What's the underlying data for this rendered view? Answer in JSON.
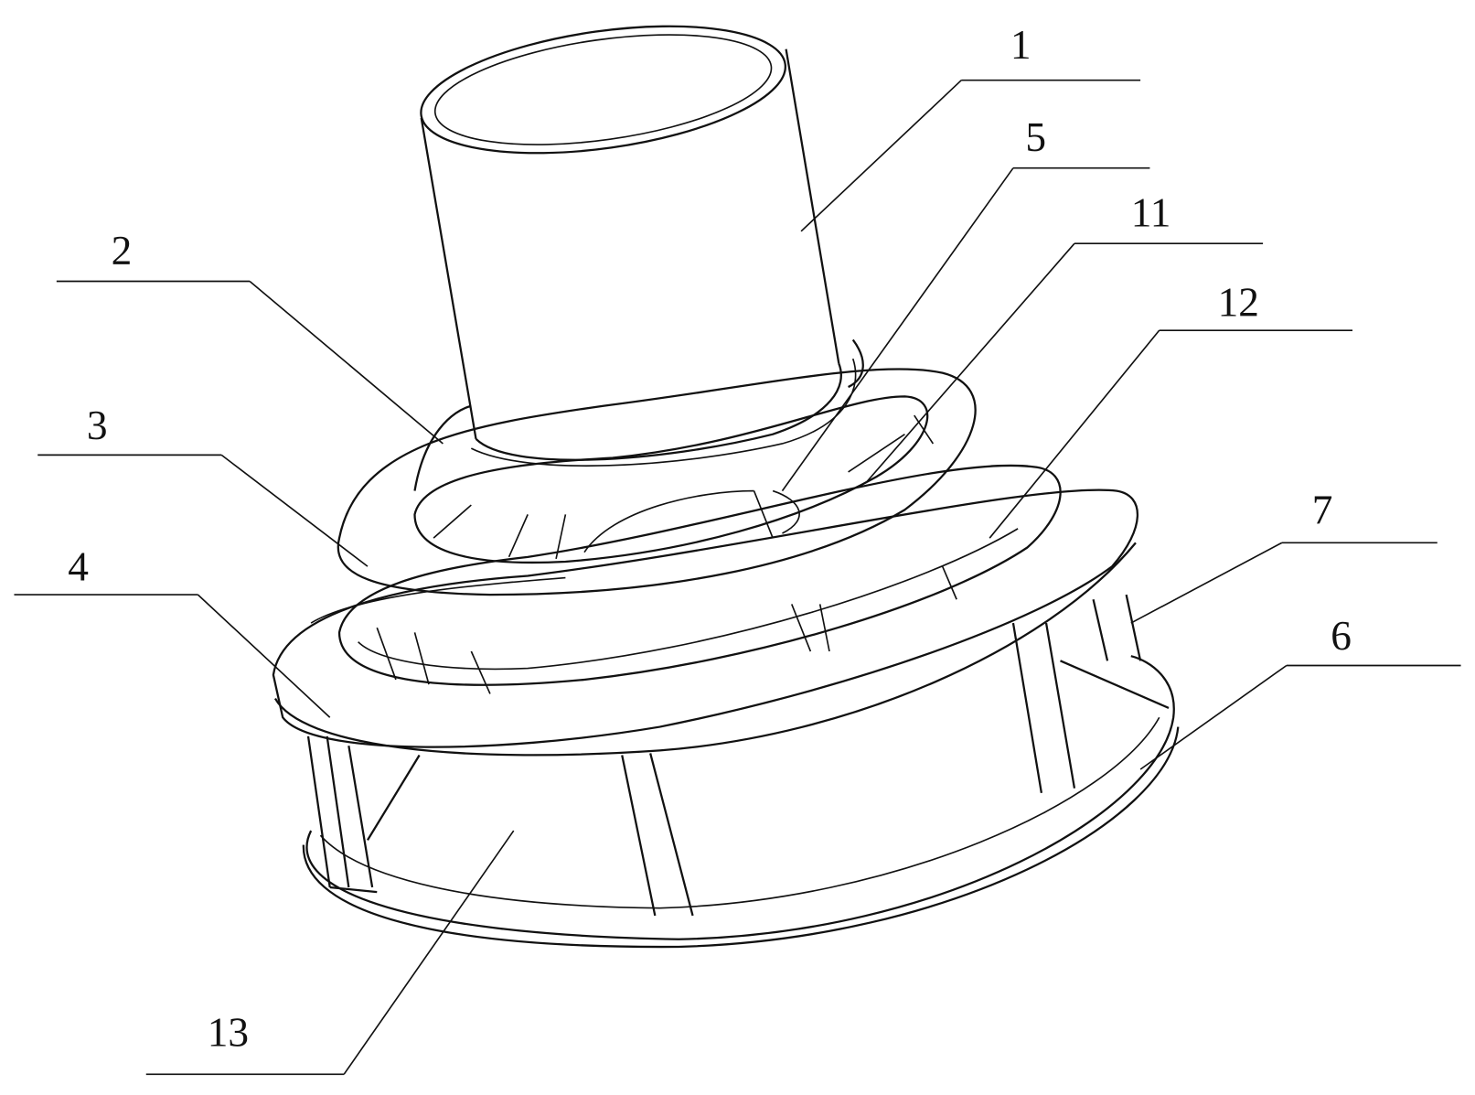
{
  "labels": {
    "part_1": "1",
    "part_2": "2",
    "part_3": "3",
    "part_4": "4",
    "part_5": "5",
    "part_6": "6",
    "part_7": "7",
    "part_11": "11",
    "part_12": "12",
    "part_13": "13"
  },
  "colors": {
    "line": "#111111",
    "background": "#ffffff"
  }
}
